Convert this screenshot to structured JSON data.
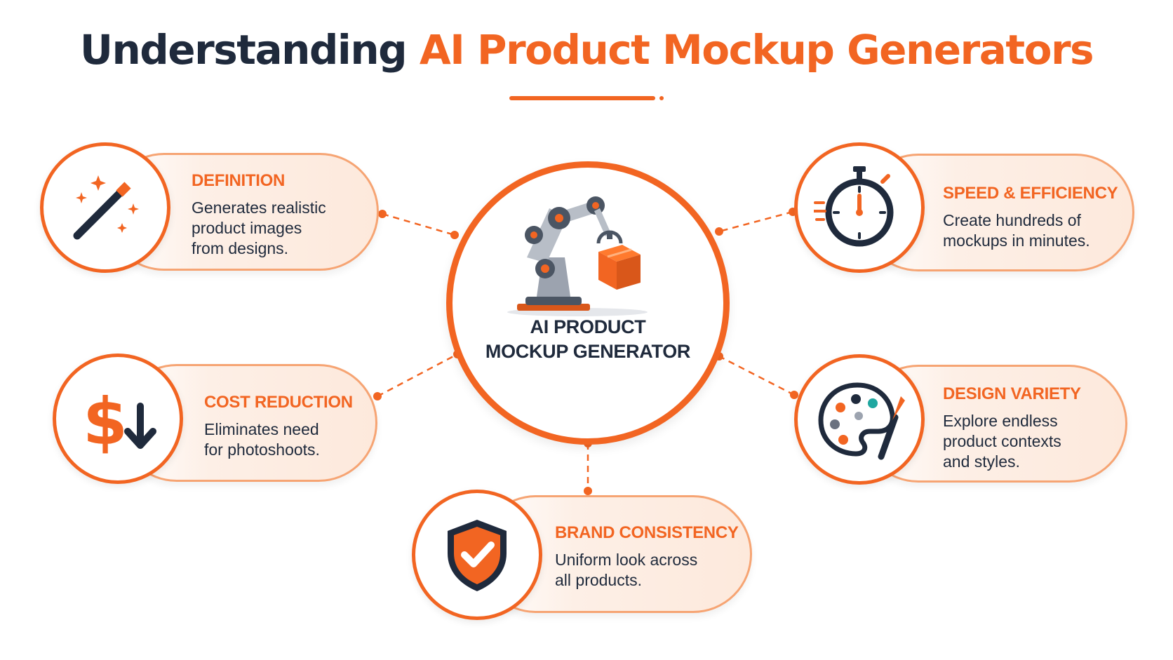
{
  "title": {
    "part1": "Understanding",
    "part2": "AI Product Mockup Generators"
  },
  "center": {
    "label_line1": "AI PRODUCT",
    "label_line2": "MOCKUP GENERATOR",
    "icon": "robot-arm-icon"
  },
  "cards": {
    "definition": {
      "title": "DEFINITION",
      "description": "Generates realistic\nproduct images\nfrom designs.",
      "icon": "magic-wand-icon"
    },
    "cost": {
      "title": "COST REDUCTION",
      "description": "Eliminates need\nfor photoshoots.",
      "icon": "dollar-down-icon"
    },
    "brand": {
      "title": "BRAND CONSISTENCY",
      "description": "Uniform look across\nall products.",
      "icon": "shield-check-icon"
    },
    "speed": {
      "title": "SPEED & EFFICIENCY",
      "description": "Create hundreds of\nmockups in minutes.",
      "icon": "stopwatch-icon"
    },
    "design": {
      "title": "DESIGN VARIETY",
      "description": "Explore endless\nproduct contexts\nand styles.",
      "icon": "palette-icon"
    }
  },
  "colors": {
    "accent": "#f26522",
    "dark": "#1f2a3c",
    "pill_fill": "#fdefe6"
  }
}
